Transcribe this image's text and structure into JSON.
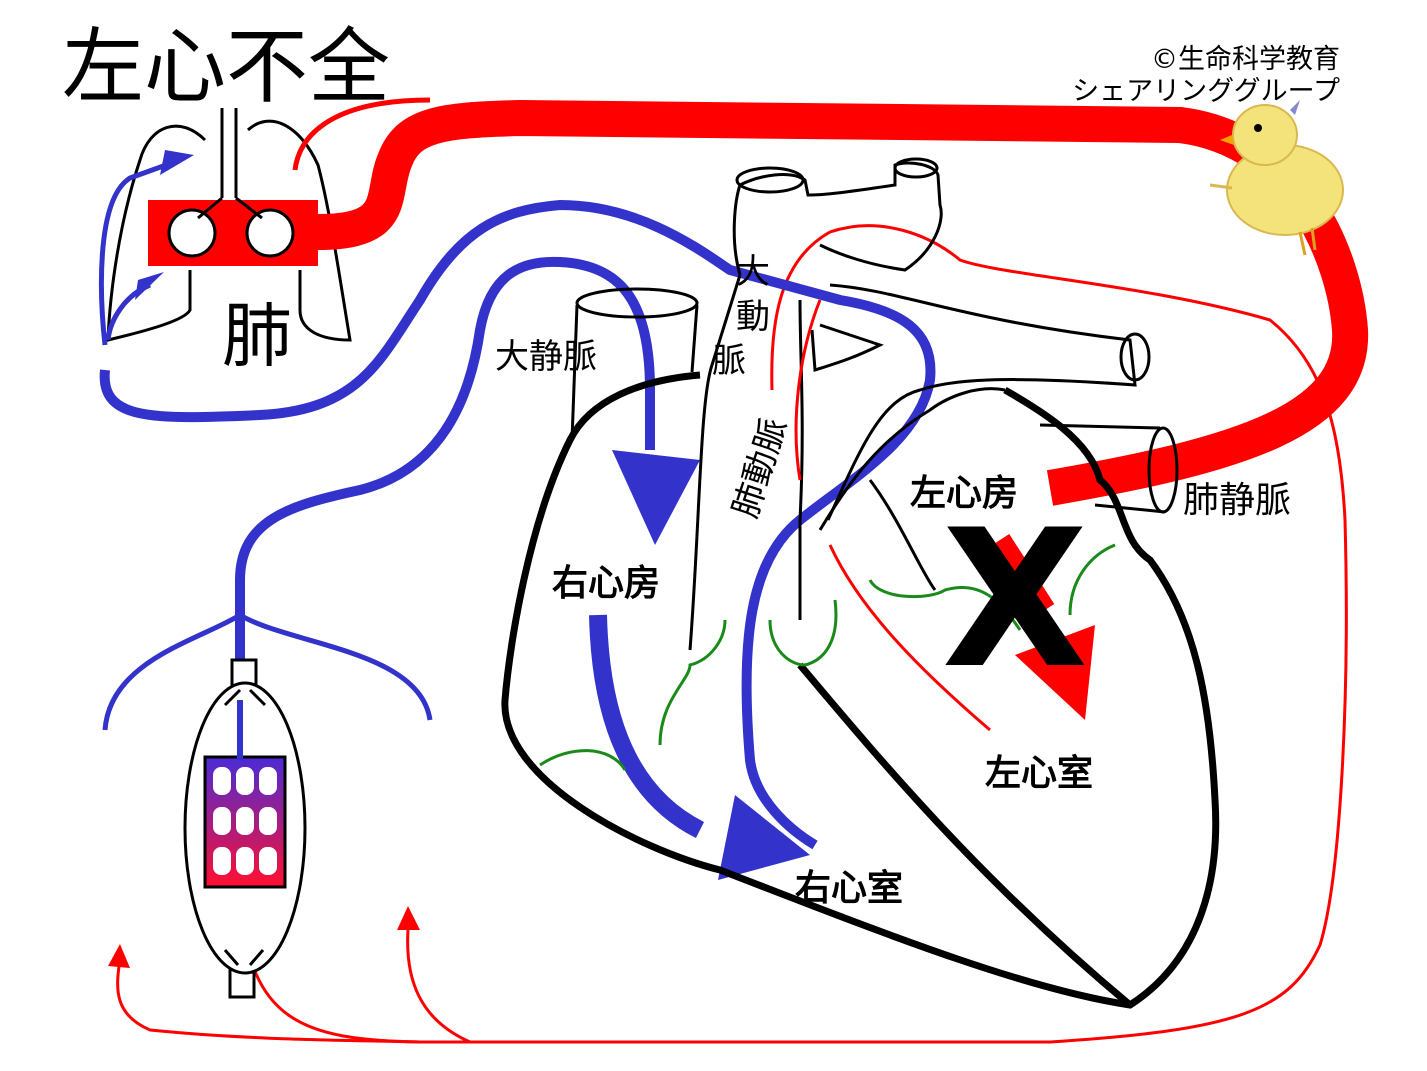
{
  "title": "左心不全",
  "credit": {
    "line1": "©生命科学教育",
    "line2": "シェアリンググループ"
  },
  "labels": {
    "lung": "肺",
    "vena_cava": "大静脈",
    "aorta": "大動脈",
    "pulmonary_artery": "肺動脈",
    "right_atrium": "右心房",
    "right_ventricle": "右心室",
    "left_atrium": "左心房",
    "left_ventricle": "左心室",
    "pulmonary_vein": "肺静脈",
    "failure_mark": "X"
  },
  "colors": {
    "arterial": "#ff0000",
    "venous": "#3333cc",
    "valve": "#1a8a1a",
    "outline": "#000000"
  },
  "icons": [
    "chick-mascot-icon",
    "heart-diagram",
    "lungs-diagram",
    "capillary-tissue-icon"
  ]
}
